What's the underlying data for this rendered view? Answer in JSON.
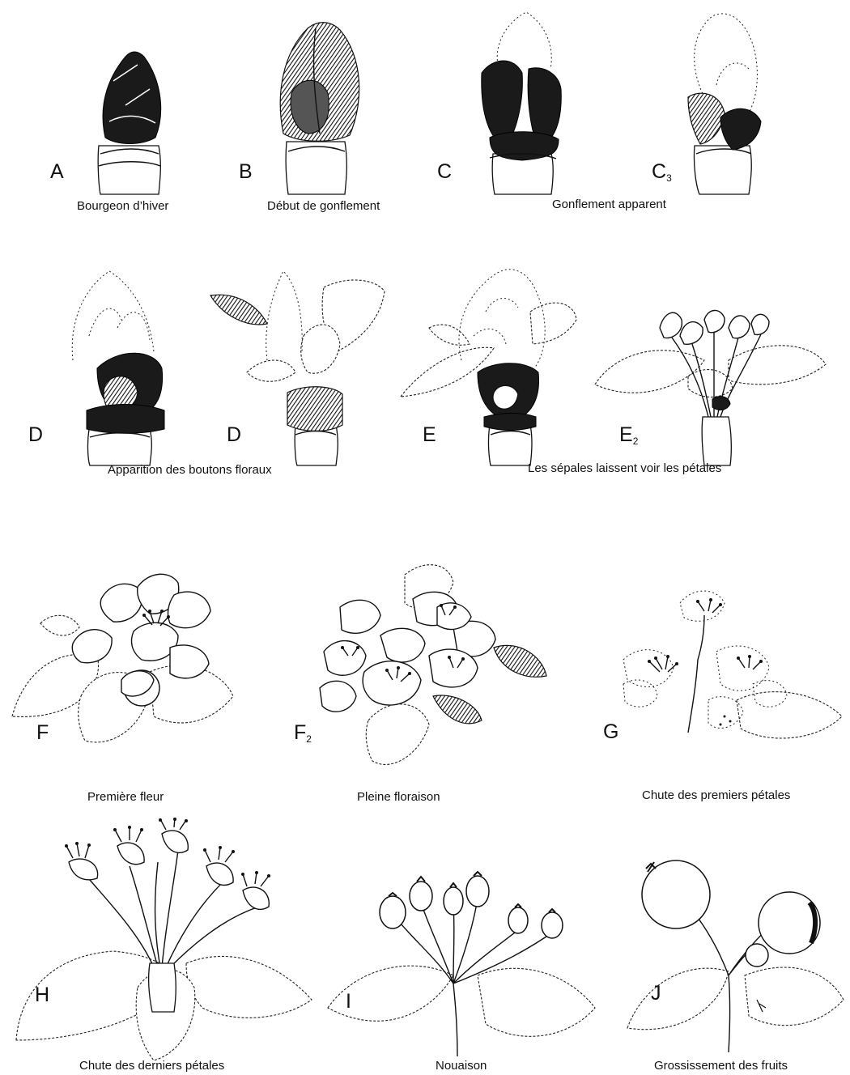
{
  "stages": [
    {
      "letter": "A",
      "sub": "",
      "icon": "winter-bud"
    },
    {
      "letter": "B",
      "sub": "",
      "icon": "swelling-bud"
    },
    {
      "letter": "C",
      "sub": "",
      "icon": "visible-swelling-bud"
    },
    {
      "letter": "C",
      "sub": "3",
      "icon": "visible-swelling-bud-late"
    },
    {
      "letter": "D",
      "sub": "",
      "icon": "flower-buds-appear"
    },
    {
      "letter": "D",
      "sub": "",
      "icon": "flower-buds-leaves"
    },
    {
      "letter": "E",
      "sub": "",
      "icon": "sepals-show-petals"
    },
    {
      "letter": "E",
      "sub": "2",
      "icon": "sepals-open-buds"
    },
    {
      "letter": "F",
      "sub": "",
      "icon": "first-flower"
    },
    {
      "letter": "F",
      "sub": "2",
      "icon": "full-bloom"
    },
    {
      "letter": "G",
      "sub": "",
      "icon": "petal-fall-start"
    },
    {
      "letter": "H",
      "sub": "",
      "icon": "petal-fall-end"
    },
    {
      "letter": "I",
      "sub": "",
      "icon": "fruit-set"
    },
    {
      "letter": "J",
      "sub": "",
      "icon": "fruit-growth"
    }
  ],
  "captions": {
    "A": "Bourgeon d’hiver",
    "B": "Début de gonflement",
    "C": "Gonflement apparent",
    "D": "Apparition des boutons floraux",
    "E": "Les sépales laissent voir les pétales",
    "F": "Première fleur",
    "F2": "Pleine floraison",
    "G": "Chute des premiers pétales",
    "H": "Chute des derniers pétales",
    "I": "Nouaison",
    "J": "Grossissement des fruits"
  }
}
